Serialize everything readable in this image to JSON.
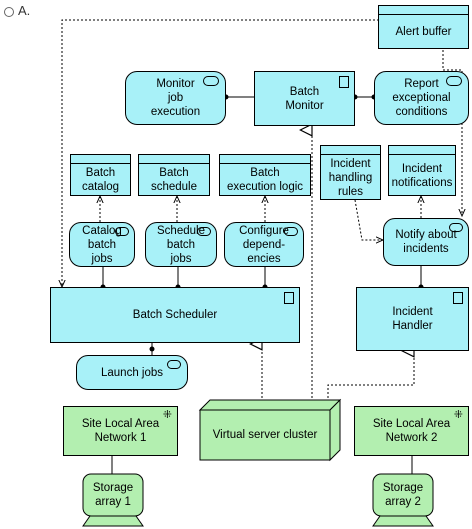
{
  "option": {
    "label": "A."
  },
  "nodes": {
    "alert_buffer": "Alert buffer",
    "monitor_job_execution": "Monitor\njob\nexecution",
    "batch_monitor": "Batch\nMonitor",
    "report_exceptional": "Report\nexceptional\nconditions",
    "batch_catalog": "Batch\ncatalog",
    "batch_schedule": "Batch\nschedule",
    "batch_execution_logic": "Batch\nexecution logic",
    "incident_handling_rules": "Incident\nhandling\nrules",
    "incident_notifications": "Incident\nnotifications",
    "catalog_batch_jobs": "Catalog\nbatch\njobs",
    "schedule_batch_jobs": "Schedule\nbatch\njobs",
    "configure_dependencies": "Configure\ndepend-\nencies",
    "notify_about_incidents": "Notify about\nincidents",
    "batch_scheduler": "Batch Scheduler",
    "incident_handler": "Incident\nHandler",
    "launch_jobs": "Launch jobs",
    "site_lan_1": "Site Local Area\nNetwork 1",
    "virtual_server_cluster": "Virtual server cluster",
    "site_lan_2": "Site Local Area\nNetwork 2",
    "storage_array_1": "Storage\narray 1",
    "storage_array_2": "Storage\narray 2"
  },
  "colors": {
    "cyan": "#a8f1f8",
    "green": "#b3efb0",
    "line": "#000000"
  }
}
